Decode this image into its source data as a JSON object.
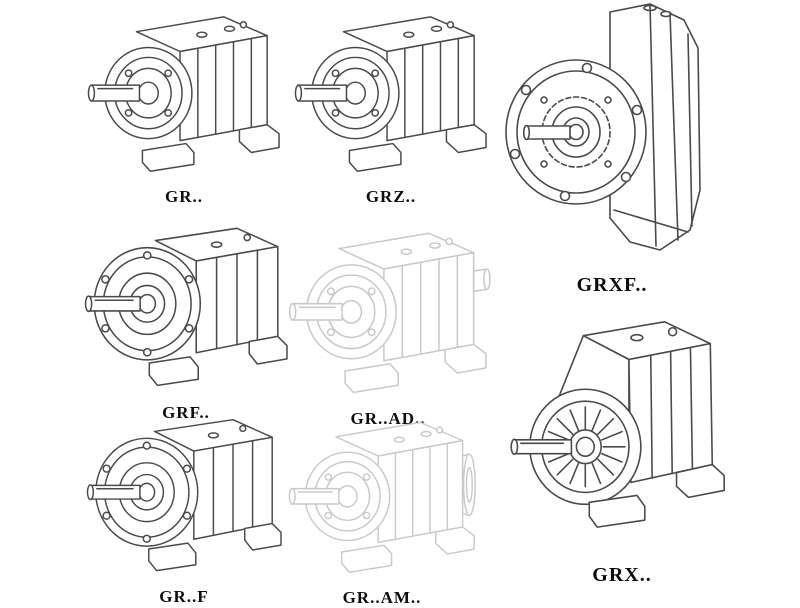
{
  "page": {
    "background": "#ffffff",
    "stroke_color": "#4a4a4a",
    "ghost_stroke_color": "#c9c9c9",
    "label_color": "#0d0d0d"
  },
  "figures": [
    {
      "id": "gr",
      "label": "GR..",
      "illustration": "foot-mounted-gear-reducer-drawing"
    },
    {
      "id": "grz",
      "label": "GRZ..",
      "illustration": "foot-mounted-gear-reducer-drawing"
    },
    {
      "id": "grxf",
      "label": "GRXF..",
      "illustration": "flange-mounted-gear-reducer-front-drawing"
    },
    {
      "id": "grf",
      "label": "GRF..",
      "illustration": "flange-foot-gear-reducer-drawing"
    },
    {
      "id": "grad",
      "label": "GR..AD..",
      "illustration": "gear-reducer-with-input-adapter-ghost-drawing"
    },
    {
      "id": "grx",
      "label": "GRX..",
      "illustration": "large-foot-mounted-gear-reducer-drawing"
    },
    {
      "id": "grf2",
      "label": "GR..F",
      "illustration": "flange-foot-gear-reducer-drawing"
    },
    {
      "id": "gram",
      "label": "GR..AM..",
      "illustration": "gear-reducer-with-motor-flange-ghost-drawing"
    }
  ]
}
